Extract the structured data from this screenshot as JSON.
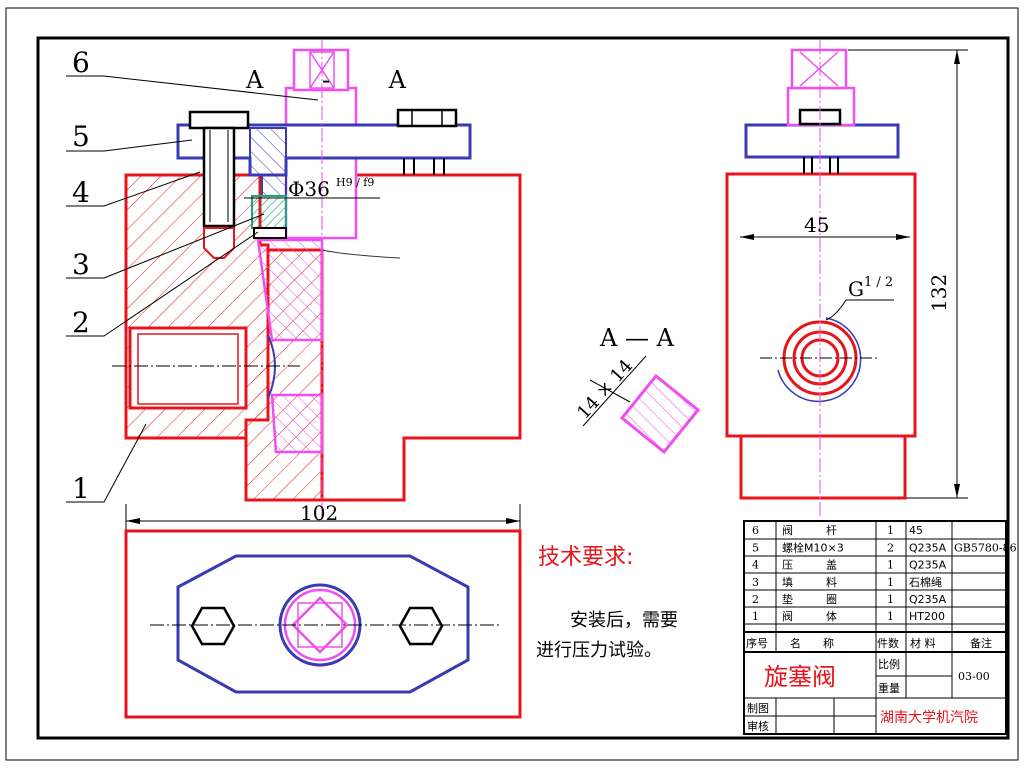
{
  "section_label": "A - A",
  "section_label_small": "A — A",
  "part_numbers": [
    "6",
    "5",
    "4",
    "3",
    "2",
    "1"
  ],
  "dimensions": {
    "fit": "Φ36",
    "fit_tol": "H9 / f9",
    "width_45": "45",
    "height_132": "132",
    "length_102": "102",
    "thread": "G",
    "thread_sup": "1 / 2",
    "square": "14 × 14"
  },
  "technical_requirements": {
    "title": "技术要求:",
    "line1": "安装后，需要",
    "line2": "进行压力试验。"
  },
  "parts_list": [
    {
      "no": "6",
      "name": "阀　　　杆",
      "qty": "1",
      "material": "45",
      "note": ""
    },
    {
      "no": "5",
      "name": "螺栓M10×3",
      "qty": "2",
      "material": "Q235A",
      "note": "GB5780-86"
    },
    {
      "no": "4",
      "name": "压　　　盖",
      "qty": "1",
      "material": "Q235A",
      "note": ""
    },
    {
      "no": "3",
      "name": "填　　　料",
      "qty": "1",
      "material": "石棉绳",
      "note": ""
    },
    {
      "no": "2",
      "name": "垫　　　圈",
      "qty": "1",
      "material": "Q235A",
      "note": ""
    },
    {
      "no": "1",
      "name": "阀　　　体",
      "qty": "1",
      "material": "HT200",
      "note": ""
    }
  ],
  "parts_header": {
    "no": "序号",
    "name": "名　　称",
    "qty": "件数",
    "material": "材 料",
    "note": "备注"
  },
  "title_block": {
    "name": "旋塞阀",
    "scale_label": "比例",
    "weight_label": "重量",
    "drawing_no": "03-00",
    "drawn_label": "制图",
    "checked_label": "审核",
    "school": "湖南大学机汽院"
  },
  "colors": {
    "body": "#e8141b",
    "gland": "#3a3ab4",
    "stem": "#ee4fee",
    "packing": "#18a87a",
    "black": "#000000"
  }
}
